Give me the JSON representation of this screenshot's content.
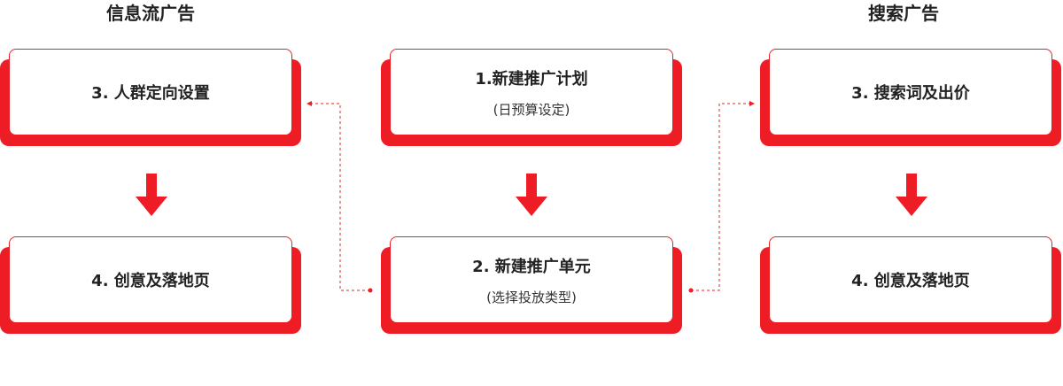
{
  "headings": {
    "feed": "信息流广告",
    "search": "搜索广告"
  },
  "center": {
    "step1": {
      "title": "1.新建推广计划",
      "subtitle": "(日预算设定)"
    },
    "step2": {
      "title": "2. 新建推广单元",
      "subtitle": "(选择投放类型)"
    }
  },
  "feed": {
    "step3": {
      "title": "3. 人群定向设置"
    },
    "step4": {
      "title": "4. 创意及落地页"
    }
  },
  "search": {
    "step3": {
      "title": "3. 搜索词及出价"
    },
    "step4": {
      "title": "4. 创意及落地页"
    }
  },
  "colors": {
    "accent": "#ee1c25",
    "text": "#222222"
  }
}
